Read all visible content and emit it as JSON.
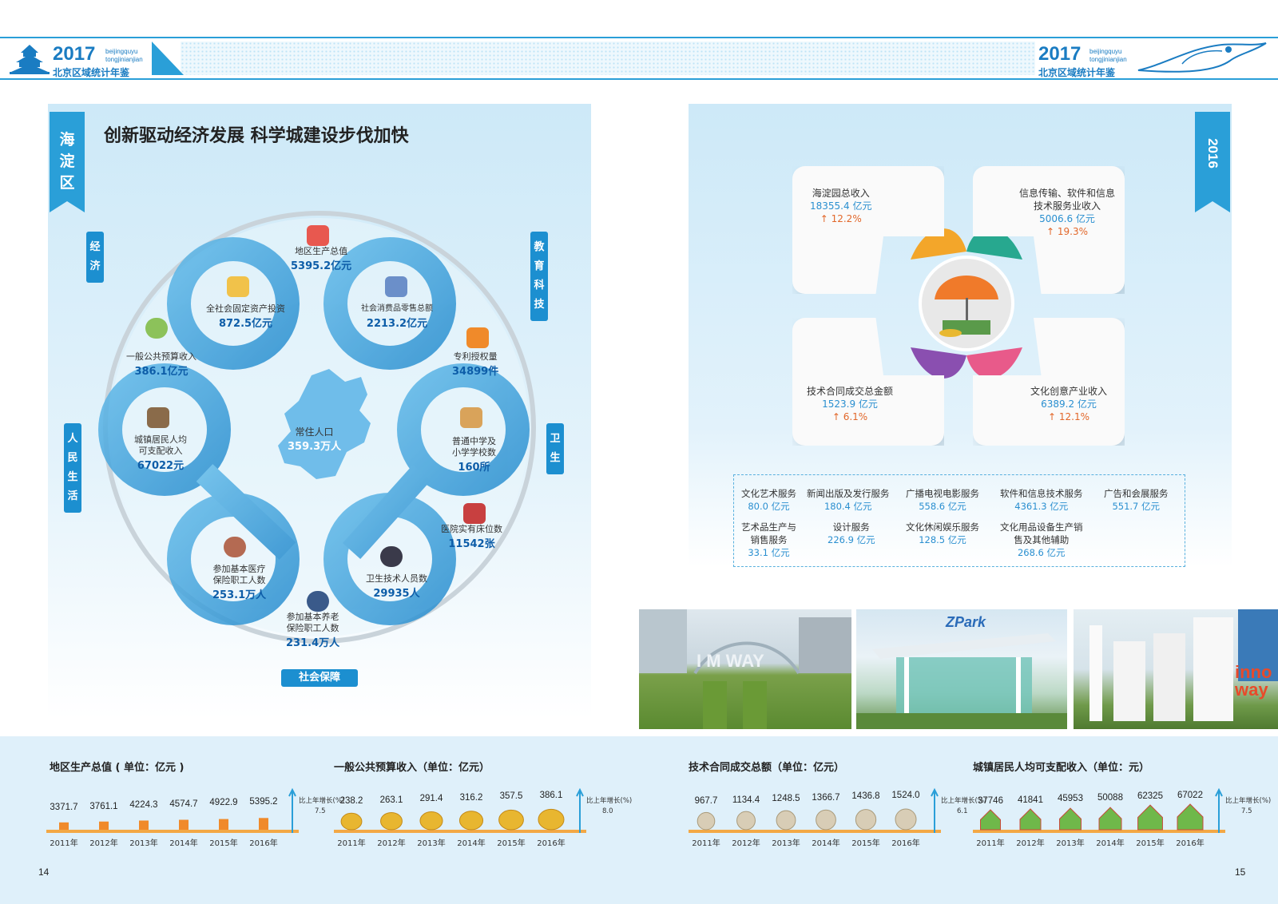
{
  "header": {
    "year": "2017",
    "en_line1": "beijingquyu",
    "en_line2": "tongjinianjian",
    "cn_title": "北京区域统计年鉴"
  },
  "left": {
    "district": "海淀区",
    "title": "创新驱动经济发展  科学城建设步伐加快",
    "tags": {
      "economy": "经济",
      "education": "教育科技",
      "livelihood": "人民生活",
      "health": "卫生",
      "social": "社会保障"
    },
    "center": {
      "label": "常住人口",
      "value": "359.3万人"
    },
    "items": [
      {
        "label": "地区生产总值",
        "value": "5395.2亿元"
      },
      {
        "label": "全社会固定资产投资",
        "value": "872.5亿元"
      },
      {
        "label": "社会消费品零售总额",
        "value": "2213.2亿元"
      },
      {
        "label": "一般公共预算收入",
        "value": "386.1亿元"
      },
      {
        "label": "专利授权量",
        "value": "34899件"
      },
      {
        "label": "城镇居民人均\n可支配收入",
        "value": "67022元"
      },
      {
        "label": "普通中学及\n小学学校数",
        "value": "160所"
      },
      {
        "label": "医院实有床位数",
        "value": "11542张"
      },
      {
        "label": "参加基本医疗\n保险职工人数",
        "value": "253.1万人"
      },
      {
        "label": "卫生技术人员数",
        "value": "29935人"
      },
      {
        "label": "参加基本养老\n保险职工人数",
        "value": "231.4万人"
      }
    ]
  },
  "right": {
    "year_tag": "2016",
    "cards": [
      {
        "label": "海淀园总收入",
        "value": "18355.4 亿元",
        "growth": "12.2%"
      },
      {
        "label": "信息传输、软件和信息\n技术服务业收入",
        "value": "5006.6 亿元",
        "growth": "19.3%"
      },
      {
        "label": "技术合同成交总金额",
        "value": "1523.9 亿元",
        "growth": "6.1%"
      },
      {
        "label": "文化创意产业收入",
        "value": "6389.2 亿元",
        "growth": "12.1%"
      }
    ],
    "services": [
      {
        "label": "文化艺术服务",
        "value": "80.0 亿元"
      },
      {
        "label": "新闻出版及发行服务",
        "value": "180.4 亿元"
      },
      {
        "label": "广播电视电影服务",
        "value": "558.6 亿元"
      },
      {
        "label": "软件和信息技术服务",
        "value": "4361.3 亿元"
      },
      {
        "label": "广告和会展服务",
        "value": "551.7 亿元"
      },
      {
        "label": "艺术品生产与\n销售服务",
        "value": "33.1 亿元"
      },
      {
        "label": "设计服务",
        "value": "226.9 亿元"
      },
      {
        "label": "文化休闲娱乐服务",
        "value": "128.5 亿元"
      },
      {
        "label": "文化用品设备生产销\n售及其他辅助",
        "value": "268.6 亿元"
      }
    ],
    "photos": [
      {
        "sign": "I M WAY"
      },
      {
        "sign": "ZPark"
      },
      {
        "sign": "inno way"
      }
    ]
  },
  "chart_data": [
    {
      "type": "bar",
      "title": "地区生产总值 ( 单位：亿元 )",
      "categories": [
        "2011年",
        "2012年",
        "2013年",
        "2014年",
        "2015年",
        "2016年"
      ],
      "values": [
        3371.7,
        3761.1,
        4224.3,
        4574.7,
        4922.9,
        5395.2
      ],
      "growth_label": "比上年增长(%)",
      "growth": "7.5",
      "labels": [
        "3371.7",
        "3761.1",
        "4224.3",
        "4574.7",
        "4922.9",
        "5395.2"
      ]
    },
    {
      "type": "bar",
      "title": "一般公共预算收入（单位：亿元）",
      "categories": [
        "2011年",
        "2012年",
        "2013年",
        "2014年",
        "2015年",
        "2016年"
      ],
      "values": [
        238.2,
        263.1,
        291.4,
        316.2,
        357.5,
        386.1
      ],
      "growth_label": "比上年增长(%)",
      "growth": "8.0",
      "labels": [
        "238.2",
        "263.1",
        "291.4",
        "316.2",
        "357.5",
        "386.1"
      ]
    },
    {
      "type": "bar",
      "title": "技术合同成交总额（单位：亿元）",
      "categories": [
        "2011年",
        "2012年",
        "2013年",
        "2014年",
        "2015年",
        "2016年"
      ],
      "values": [
        967.7,
        1134.4,
        1248.5,
        1366.7,
        1436.8,
        1524.0
      ],
      "growth_label": "比上年增长(%)",
      "growth": "6.1",
      "labels": [
        "967.7",
        "1134.4",
        "1248.5",
        "1366.7",
        "1436.8",
        "1524.0"
      ]
    },
    {
      "type": "bar",
      "title": "城镇居民人均可支配收入（单位：元）",
      "categories": [
        "2011年",
        "2012年",
        "2013年",
        "2014年",
        "2015年",
        "2016年"
      ],
      "values": [
        37746,
        41841,
        45953,
        50088,
        62325,
        67022
      ],
      "growth_label": "比上年增长(%)",
      "growth": "7.5",
      "labels": [
        "37746",
        "41841",
        "45953",
        "50088",
        "62325",
        "67022"
      ]
    }
  ],
  "pages": {
    "left": "14",
    "right": "15"
  }
}
